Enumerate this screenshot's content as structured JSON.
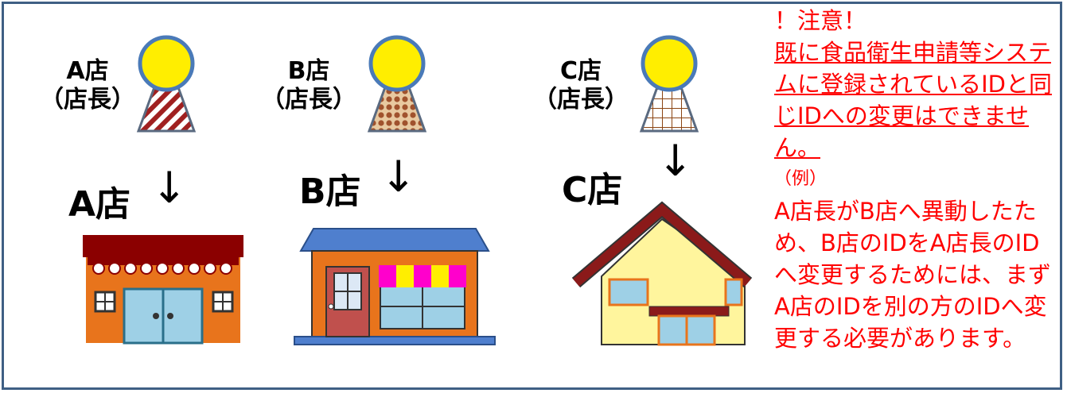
{
  "stores": [
    {
      "manager_label": "A店\n（店長）",
      "store_label": "A店",
      "pattern": "diagonal-stripes",
      "building": "shop-awning"
    },
    {
      "manager_label": "B店\n（店長）",
      "store_label": "B店",
      "pattern": "polka-dots",
      "building": "storefront-door"
    },
    {
      "manager_label": "C店\n（店長）",
      "store_label": "C店",
      "pattern": "grid",
      "building": "house"
    }
  ],
  "arrow_glyph": "↓",
  "note": {
    "title": "！注意！",
    "warning": "既に食品衛生申請等システムに登録されているIDと同じIDへの変更はできません。",
    "example_label": "（例）",
    "example": "A店長がB店へ異動したため、B店のIDをA店長のIDへ変更するためには、まずA店のIDを別の方のIDへ変更する必要があります。"
  },
  "colors": {
    "frame": "#3f5f84",
    "note_text": "#ff0000",
    "head": "#ffee00",
    "head_outline": "#4a7ab8",
    "body_fill": "#ffffff",
    "stripe": "#a02020",
    "dot": "#a0522d",
    "grid": "#8b4513",
    "awning": "#8b0000",
    "wall_a": "#e8741c",
    "door": "#9ed0e6",
    "roof_b": "#4f7fce",
    "wall_b": "#e8741c",
    "door_b": "#c0504d",
    "roof_c": "#8b1a1a",
    "wall_c": "#fff59d"
  }
}
